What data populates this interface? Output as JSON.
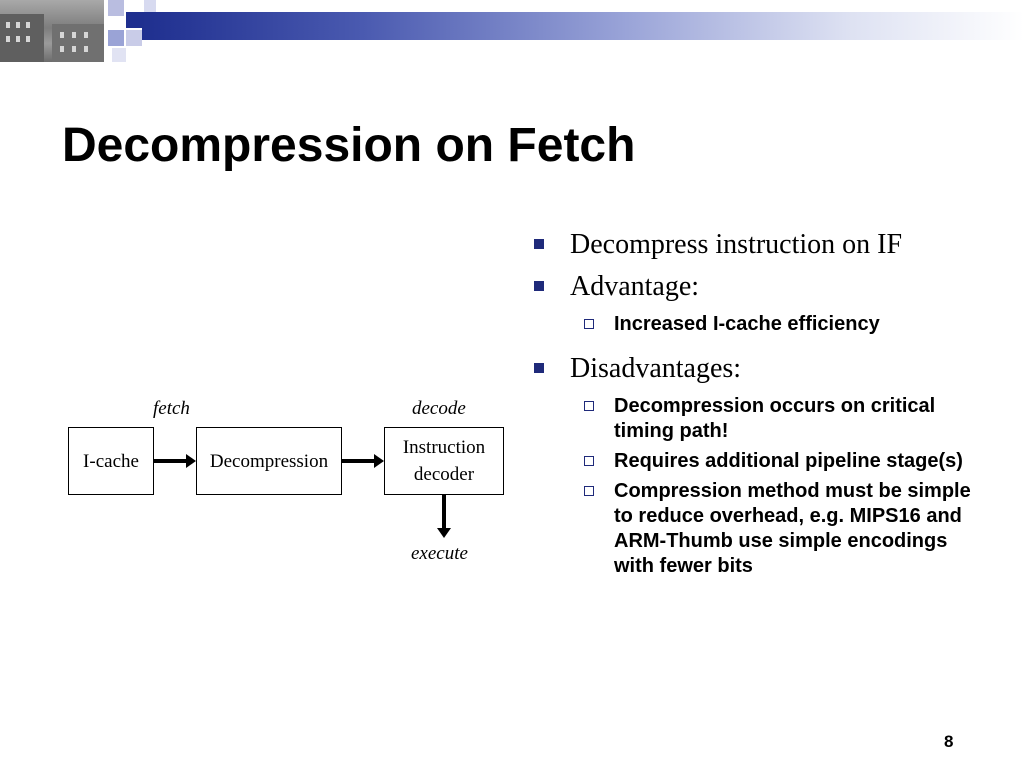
{
  "slide": {
    "title": "Decompression on Fetch",
    "page_number": "8"
  },
  "diagram": {
    "boxes": {
      "icache": "I-cache",
      "decompression": "Decompression",
      "decoder_line1": "Instruction",
      "decoder_line2": "decoder"
    },
    "labels": {
      "fetch": "fetch",
      "decode": "decode",
      "execute": "execute"
    }
  },
  "bullets": [
    {
      "text": "Decompress instruction on IF",
      "sub": []
    },
    {
      "text": "Advantage:",
      "sub": [
        "Increased I-cache efficiency"
      ]
    },
    {
      "text": "Disadvantages:",
      "sub": [
        "Decompression occurs on critical timing path!",
        "Requires additional pipeline stage(s)",
        "Compression method must be simple to reduce overhead, e.g. MIPS16 and ARM-Thumb use simple encodings with fewer bits"
      ]
    }
  ],
  "colors": {
    "accent": "#1f2a7a",
    "header_bar_start": "#1f2f8f"
  }
}
